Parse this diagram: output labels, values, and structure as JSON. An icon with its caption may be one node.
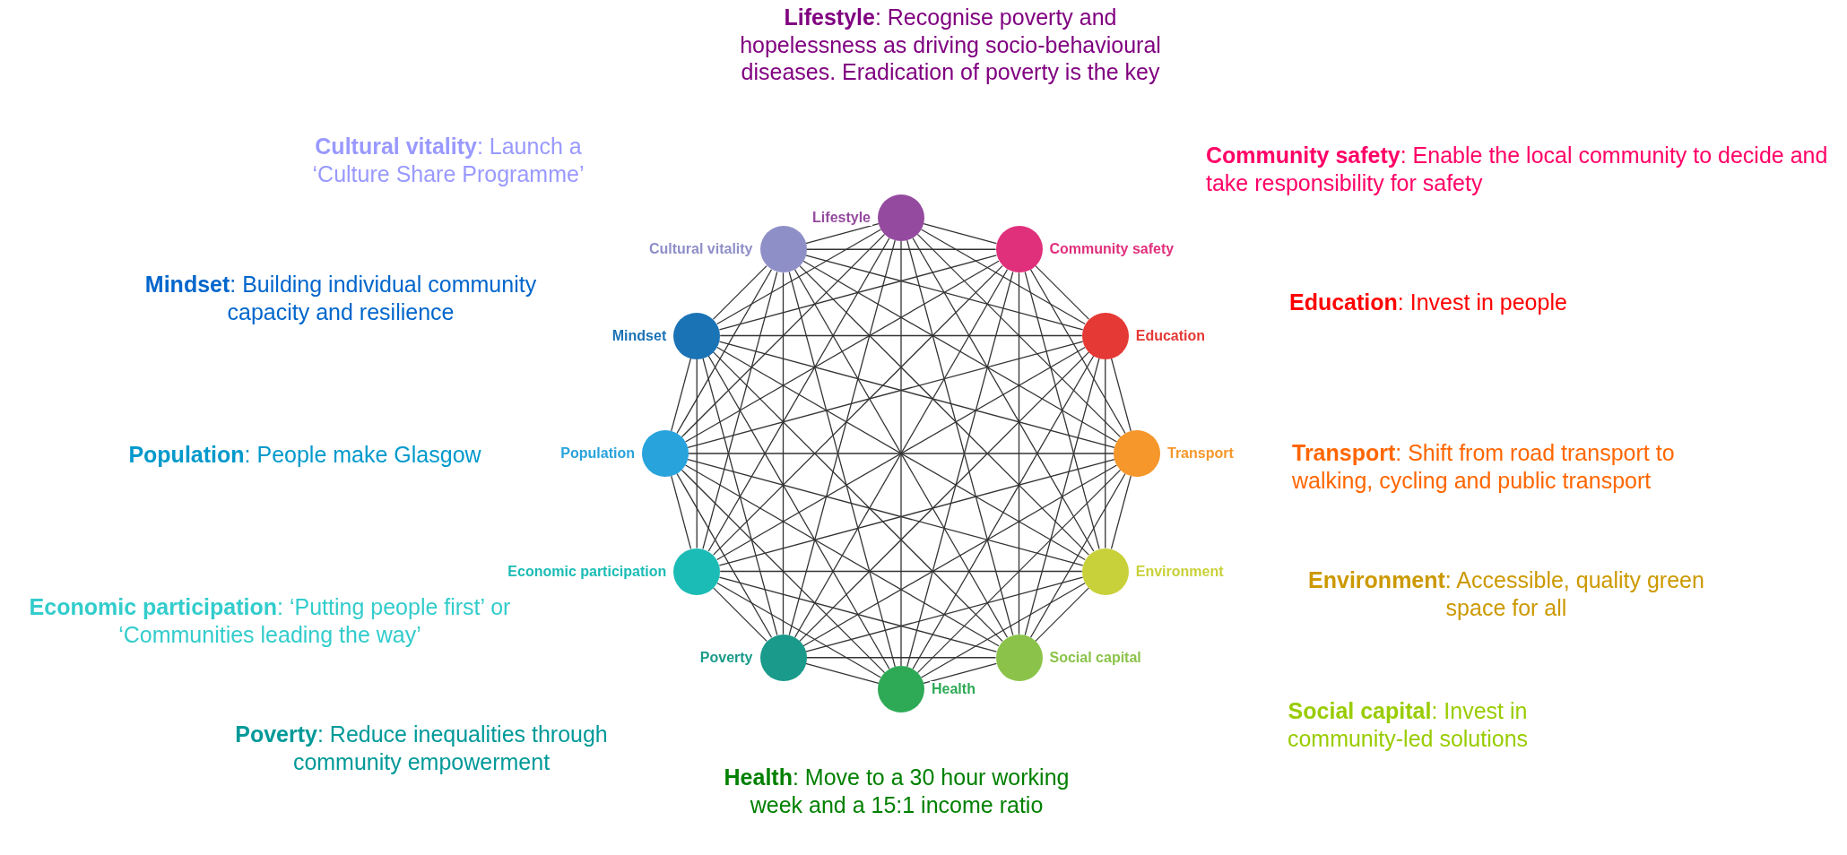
{
  "diagram": {
    "nodes": [
      {
        "text": [
          "Lifestyle"
        ]
      },
      {
        "text": [
          "Community safety"
        ]
      },
      {
        "text": [
          "Education"
        ]
      },
      {
        "text": [
          "Transport"
        ]
      },
      {
        "text": [
          "Environment"
        ]
      },
      {
        "text": [
          "Social capital"
        ]
      },
      {
        "text": [
          "Health"
        ]
      },
      {
        "text": [
          "Poverty"
        ]
      },
      {
        "text": [
          "Economic participation"
        ]
      },
      {
        "text": [
          "Population"
        ]
      },
      {
        "text": [
          "Mindset"
        ]
      },
      {
        "text": [
          "Cultural vitality"
        ]
      }
    ],
    "edges": [
      {
        "from": 0,
        "to": 1,
        "arrow": "none"
      },
      {
        "from": 0,
        "to": 2,
        "arrow": "none"
      },
      {
        "from": 0,
        "to": 3,
        "arrow": "none"
      },
      {
        "from": 0,
        "to": 4,
        "arrow": "none"
      },
      {
        "from": 0,
        "to": 5,
        "arrow": "none"
      },
      {
        "from": 0,
        "to": 6,
        "arrow": "none"
      },
      {
        "from": 0,
        "to": 7,
        "arrow": "none"
      },
      {
        "from": 0,
        "to": 8,
        "arrow": "none"
      },
      {
        "from": 0,
        "to": 9,
        "arrow": "none"
      },
      {
        "from": 0,
        "to": 10,
        "arrow": "none"
      },
      {
        "from": 0,
        "to": 11,
        "arrow": "none"
      },
      {
        "from": 1,
        "to": 2,
        "arrow": "none"
      },
      {
        "from": 1,
        "to": 3,
        "arrow": "none"
      },
      {
        "from": 1,
        "to": 4,
        "arrow": "none"
      },
      {
        "from": 1,
        "to": 5,
        "arrow": "none"
      },
      {
        "from": 1,
        "to": 6,
        "arrow": "none"
      },
      {
        "from": 1,
        "to": 7,
        "arrow": "none"
      },
      {
        "from": 1,
        "to": 8,
        "arrow": "none"
      },
      {
        "from": 1,
        "to": 9,
        "arrow": "none"
      },
      {
        "from": 1,
        "to": 10,
        "arrow": "none"
      },
      {
        "from": 1,
        "to": 11,
        "arrow": "none"
      },
      {
        "from": 2,
        "to": 3,
        "arrow": "none"
      },
      {
        "from": 2,
        "to": 4,
        "arrow": "none"
      },
      {
        "from": 2,
        "to": 5,
        "arrow": "none"
      },
      {
        "from": 2,
        "to": 6,
        "arrow": "none"
      },
      {
        "from": 2,
        "to": 7,
        "arrow": "none"
      },
      {
        "from": 2,
        "to": 8,
        "arrow": "none"
      },
      {
        "from": 2,
        "to": 9,
        "arrow": "none"
      },
      {
        "from": 2,
        "to": 10,
        "arrow": "none"
      },
      {
        "from": 2,
        "to": 11,
        "arrow": "none"
      },
      {
        "from": 3,
        "to": 4,
        "arrow": "none"
      },
      {
        "from": 3,
        "to": 5,
        "arrow": "none"
      },
      {
        "from": 3,
        "to": 6,
        "arrow": "none"
      },
      {
        "from": 3,
        "to": 7,
        "arrow": "none"
      },
      {
        "from": 3,
        "to": 8,
        "arrow": "none"
      },
      {
        "from": 3,
        "to": 9,
        "arrow": "none"
      },
      {
        "from": 3,
        "to": 10,
        "arrow": "none"
      },
      {
        "from": 3,
        "to": 11,
        "arrow": "none"
      },
      {
        "from": 4,
        "to": 5,
        "arrow": "none"
      },
      {
        "from": 4,
        "to": 6,
        "arrow": "none"
      },
      {
        "from": 4,
        "to": 7,
        "arrow": "none"
      },
      {
        "from": 4,
        "to": 8,
        "arrow": "none"
      },
      {
        "from": 4,
        "to": 9,
        "arrow": "none"
      },
      {
        "from": 4,
        "to": 10,
        "arrow": "none"
      },
      {
        "from": 4,
        "to": 11,
        "arrow": "none"
      },
      {
        "from": 5,
        "to": 6,
        "arrow": "none"
      },
      {
        "from": 5,
        "to": 7,
        "arrow": "none"
      },
      {
        "from": 5,
        "to": 8,
        "arrow": "none"
      },
      {
        "from": 5,
        "to": 9,
        "arrow": "none"
      },
      {
        "from": 5,
        "to": 10,
        "arrow": "none"
      },
      {
        "from": 5,
        "to": 11,
        "arrow": "none"
      },
      {
        "from": 6,
        "to": 7,
        "arrow": "none"
      },
      {
        "from": 6,
        "to": 8,
        "arrow": "none"
      },
      {
        "from": 6,
        "to": 9,
        "arrow": "none"
      },
      {
        "from": 6,
        "to": 10,
        "arrow": "none"
      },
      {
        "from": 6,
        "to": 11,
        "arrow": "none"
      },
      {
        "from": 7,
        "to": 8,
        "arrow": "none"
      },
      {
        "from": 7,
        "to": 9,
        "arrow": "none"
      },
      {
        "from": 7,
        "to": 10,
        "arrow": "none"
      },
      {
        "from": 7,
        "to": 11,
        "arrow": "none"
      },
      {
        "from": 8,
        "to": 9,
        "arrow": "none"
      },
      {
        "from": 8,
        "to": 10,
        "arrow": "none"
      },
      {
        "from": 8,
        "to": 11,
        "arrow": "none"
      },
      {
        "from": 9,
        "to": 10,
        "arrow": "none"
      },
      {
        "from": 9,
        "to": 11,
        "arrow": "none"
      },
      {
        "from": 10,
        "to": 11,
        "arrow": "none"
      }
    ],
    "labels": [
      "**Lifestyle**: Recognise poverty and hopelessness as driving socio-behavioural diseases. Eradication of poverty is the key",
      "**Community safety**: Enable the local community to decide and take responsibility for safety",
      "**Education**: Invest in people",
      "**Transport**: Shift from road transport to walking, cycling and public transport",
      "**Environment**: Accessible, quality green space for all",
      "**Social capital**: Invest in community-led solutions",
      "**Health**: Move to a 30 hour working week and a 15:1 income ratio",
      "**Poverty**: Reduce inequalities through community empowerment",
      "**Economic participation**: ‘Putting people first’ or ‘Communities leading the way’",
      "**Population**: People make Glasgow",
      "**Mindset**: Building individual community capacity and resilience",
      "**Cultural vitality**: Launch a ‘Culture Share Programme’"
    ]
  }
}
